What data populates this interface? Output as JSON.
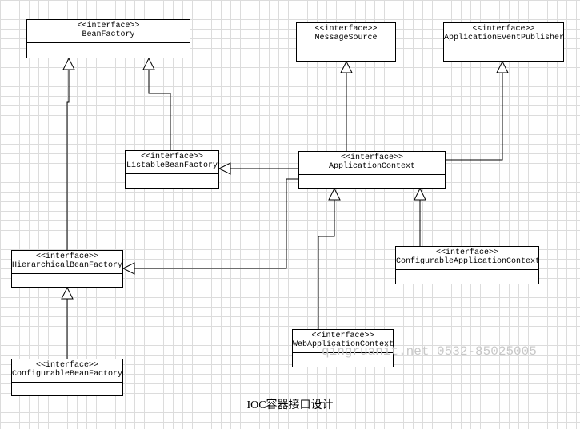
{
  "stereotype": "<<interface>>",
  "interfaces": {
    "bean_factory": "BeanFactory",
    "message_source": "MessageSource",
    "application_event_publisher": "ApplicationEventPublisher",
    "listable_bean_factory": "ListableBeanFactory",
    "application_context": "ApplicationContext",
    "hierarchical_bean_factory": "HierarchicalBeanFactory",
    "configurable_application_context": "ConfigurableApplicationContext",
    "web_application_context": "WebApplicationContext",
    "configurable_bean_factory": "ConfigurableBeanFactory"
  },
  "watermark": "qingruanit.net 0532-85025005",
  "caption": "IOC容器接口设计"
}
